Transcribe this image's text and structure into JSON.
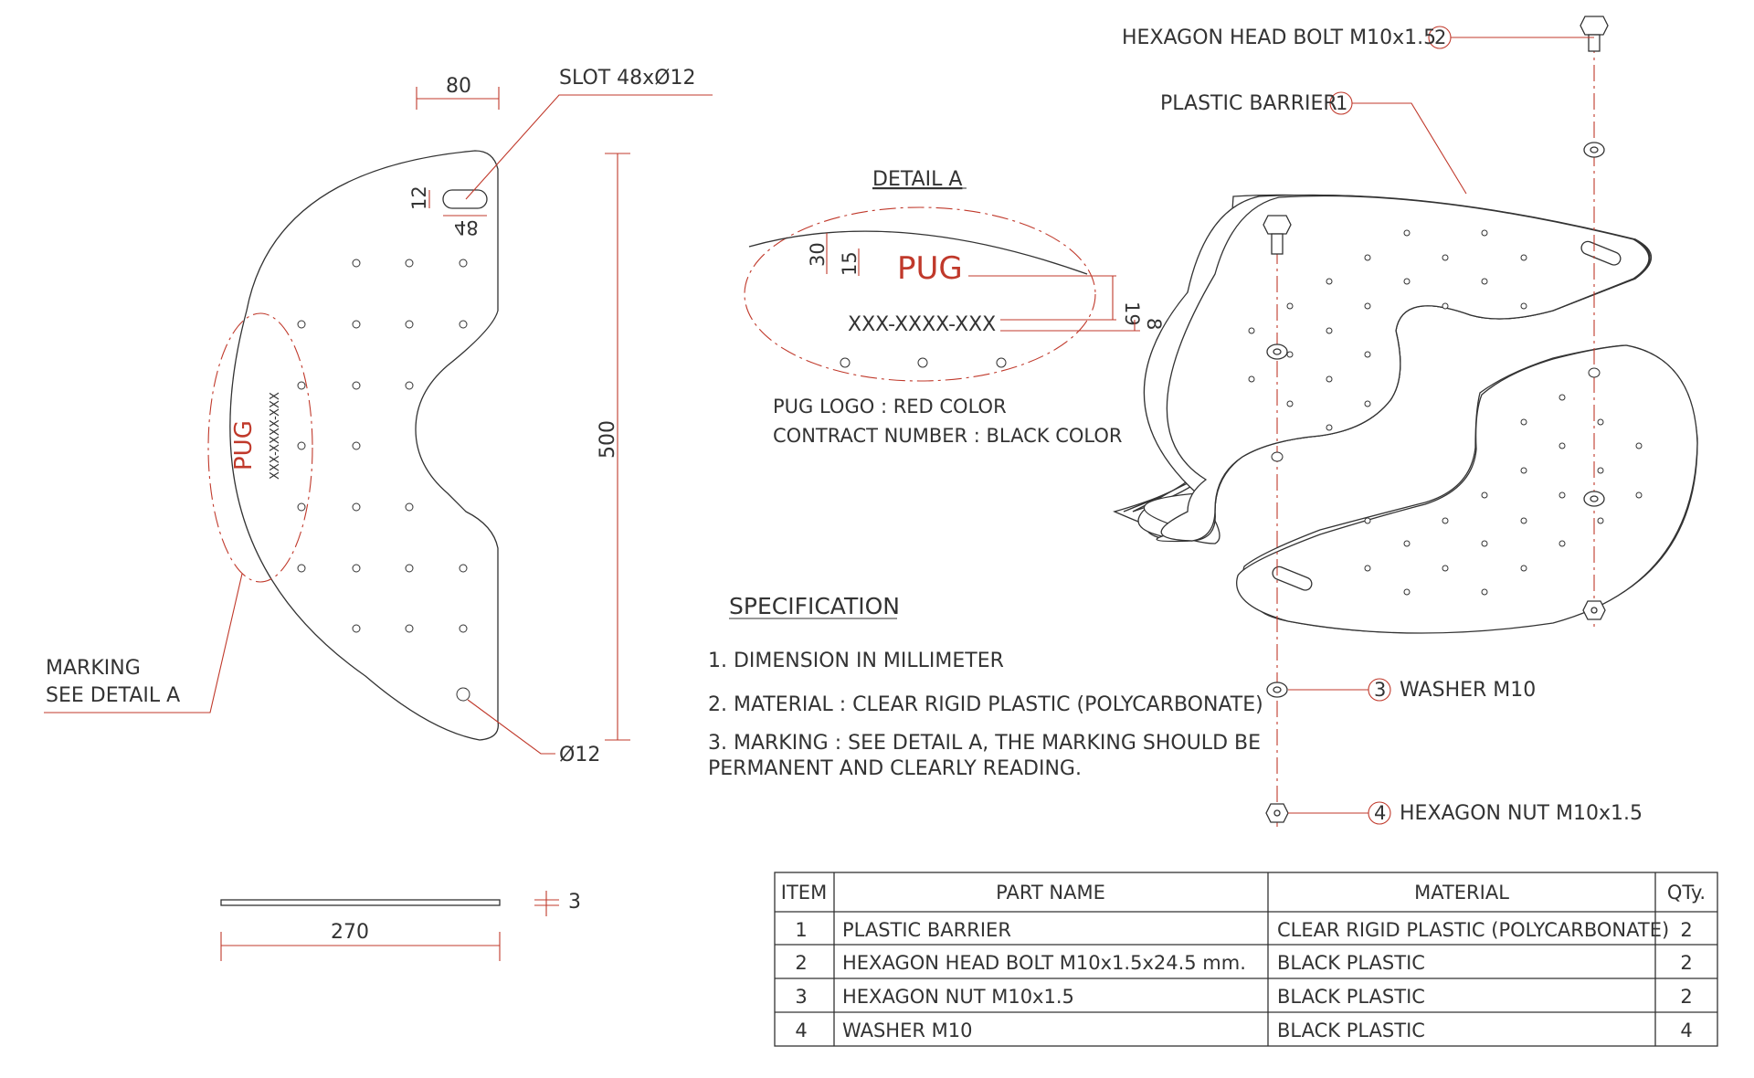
{
  "labels": {
    "slot": "SLOT 48xØ12",
    "marking": "MARKING",
    "see_detail": "SEE DETAIL A",
    "hole_dia": "Ø12",
    "logo": "PUG",
    "contract": "XXX-XXXX-XXX",
    "detail_title": "DETAIL A",
    "detail_logo_note": "PUG LOGO : RED COLOR",
    "detail_contract_note": "CONTRACT NUMBER : BLACK COLOR"
  },
  "dims": {
    "w80": "80",
    "h500": "500",
    "slot12": "12",
    "slot48": "48",
    "w270": "270",
    "t3": "3",
    "d30": "30",
    "d15": "15",
    "d19": "19",
    "d8": "8"
  },
  "spec": {
    "title": "SPECIFICATION",
    "line1": "1. DIMENSION IN MILLIMETER",
    "line2": "2. MATERIAL : CLEAR RIGID PLASTIC (POLYCARBONATE)",
    "line3a": "3. MARKING : SEE DETAIL A, THE MARKING SHOULD BE",
    "line3b": "PERMANENT AND CLEARLY READING."
  },
  "callouts": {
    "c1": {
      "num": "1",
      "text": "PLASTIC BARRIER"
    },
    "c2": {
      "num": "2",
      "text": "HEXAGON HEAD BOLT M10x1.5"
    },
    "c3": {
      "num": "3",
      "text": "WASHER M10"
    },
    "c4": {
      "num": "4",
      "text": "HEXAGON NUT M10x1.5"
    }
  },
  "bom": {
    "headers": {
      "item": "ITEM",
      "part": "PART NAME",
      "material": "MATERIAL",
      "qty": "QTy."
    },
    "rows": [
      {
        "item": "1",
        "part": "PLASTIC BARRIER",
        "material": "CLEAR RIGID PLASTIC (POLYCARBONATE)",
        "qty": "2"
      },
      {
        "item": "2",
        "part": "HEXAGON HEAD BOLT M10x1.5x24.5 mm.",
        "material": "BLACK   PLASTIC",
        "qty": "2"
      },
      {
        "item": "3",
        "part": "HEXAGON NUT M10x1.5",
        "material": "BLACK   PLASTIC",
        "qty": "2"
      },
      {
        "item": "4",
        "part": "WASHER M10",
        "material": "BLACK   PLASTIC",
        "qty": "4"
      }
    ]
  },
  "colors": {
    "line": "#333333",
    "dimension": "#c0392b"
  }
}
